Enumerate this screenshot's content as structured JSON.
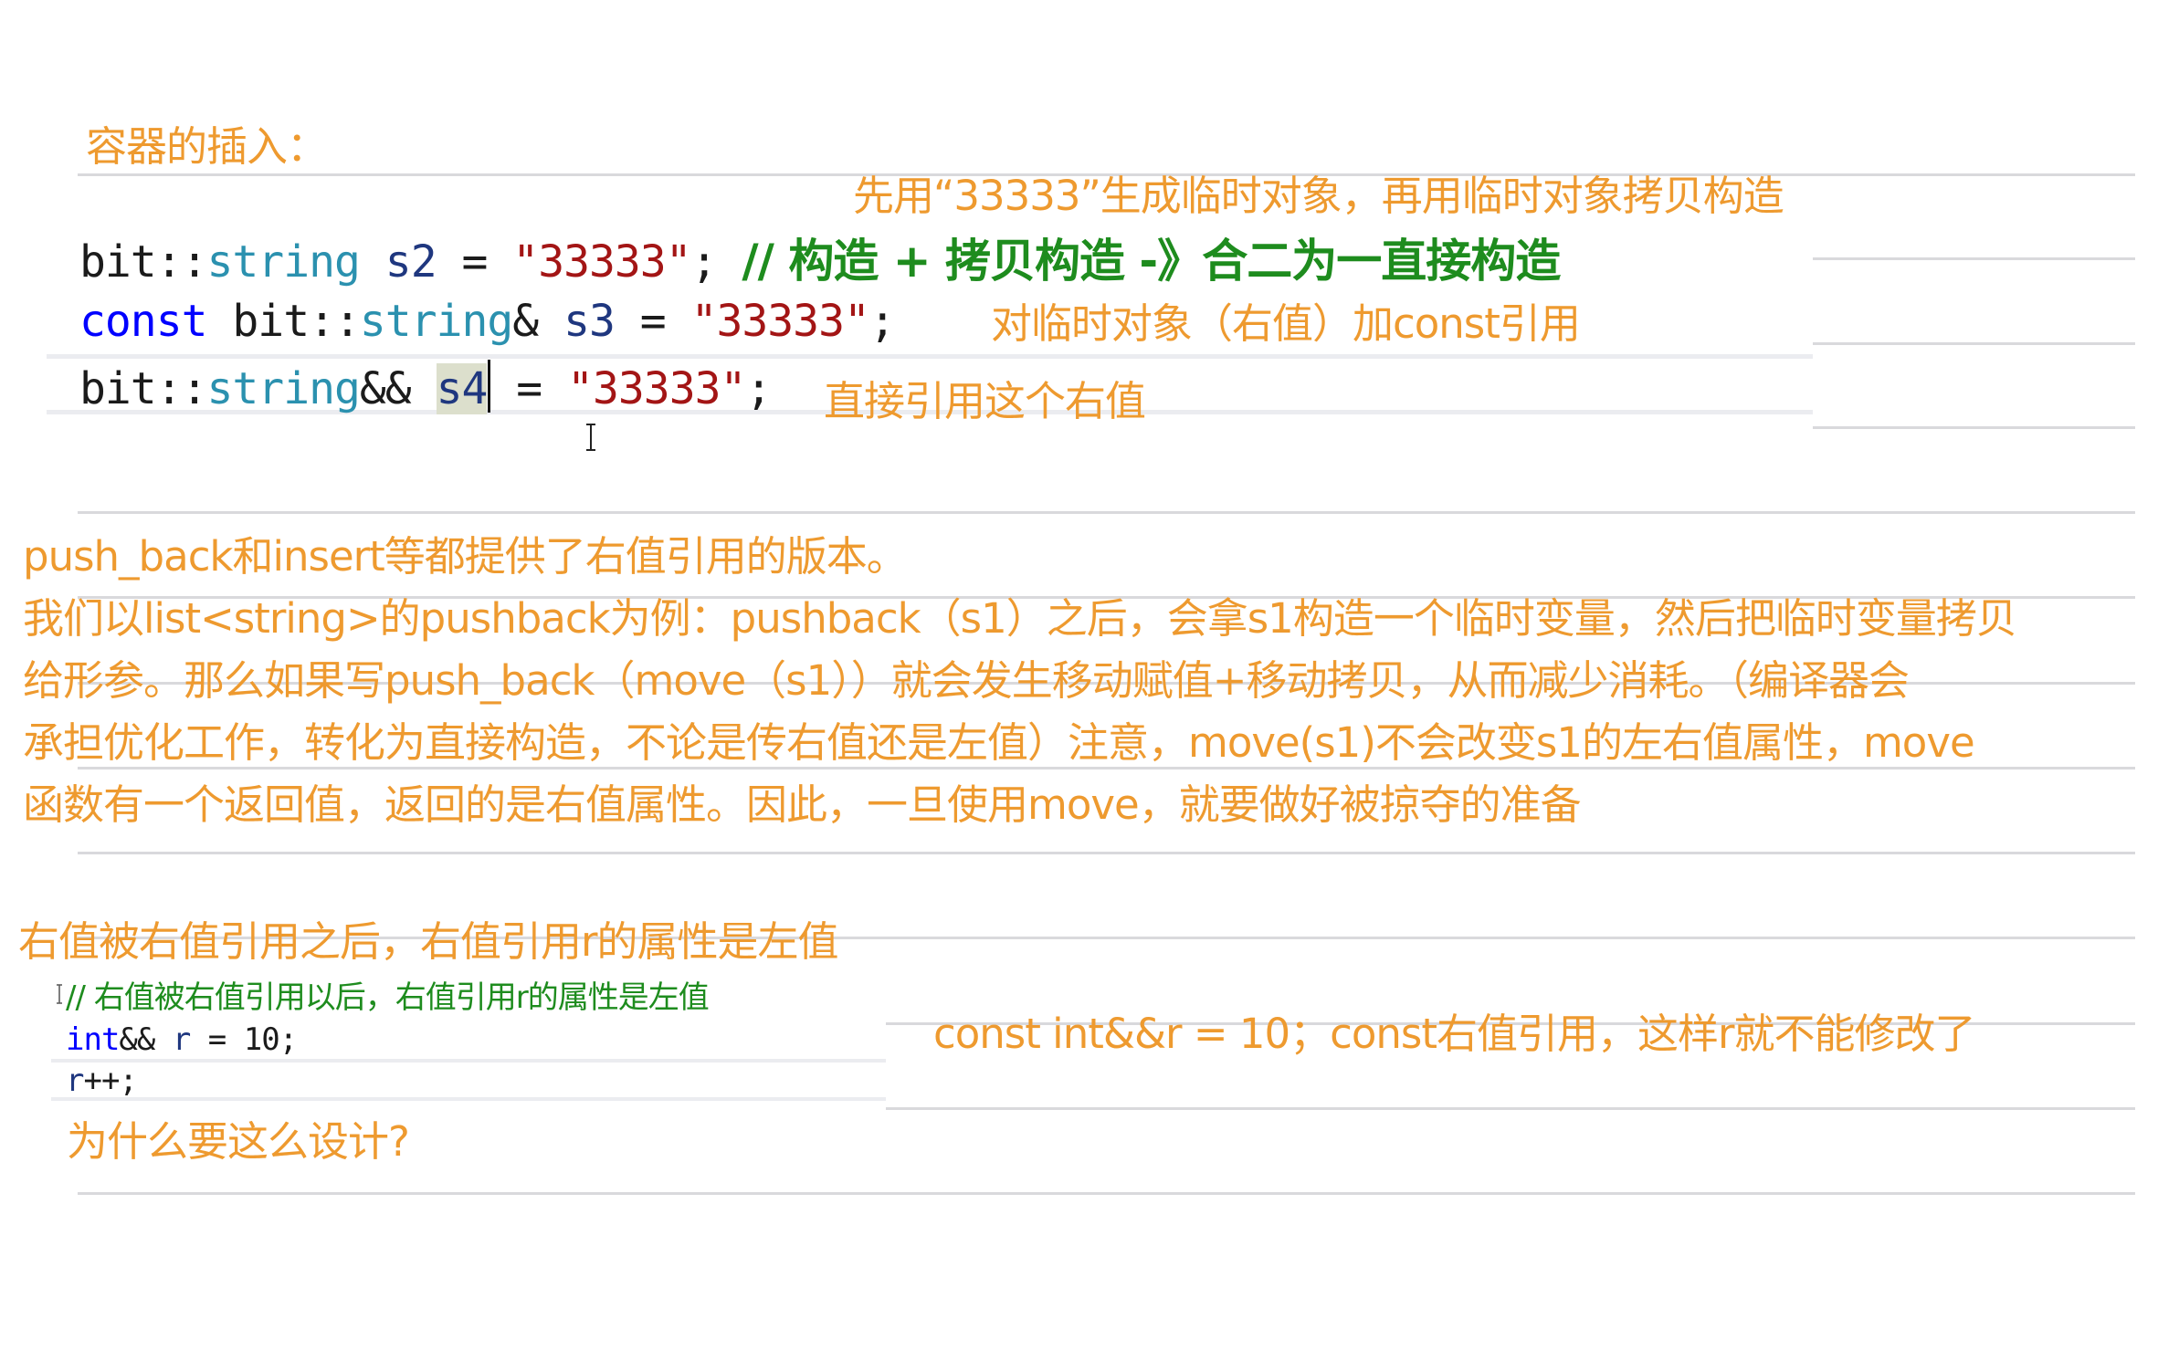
{
  "section1": {
    "title": "容器的插入：",
    "annotation_top": "先用“33333”生成临时对象，再用临时对象拷贝构造",
    "code_lines": [
      {
        "ns": "bit::",
        "type": "string",
        "rest1": " ",
        "var": "s2",
        "rest2": " = ",
        "str": "\"33333\"",
        "rest3": "; ",
        "comment": "// 构造 + 拷贝构造 -》合二为一直接构造"
      },
      {
        "kw": "const",
        "ns": " bit::",
        "type": "string",
        "rest1": "& ",
        "var": "s3",
        "rest2": " = ",
        "str": "\"33333\"",
        "rest3": ";"
      },
      {
        "ns": "bit::",
        "type": "string",
        "rest1": "&& ",
        "var": "s4",
        "rest2": " = ",
        "str": "\"33333\"",
        "rest3": ";"
      }
    ],
    "annotation_line2": "对临时对象（右值）加const引用",
    "annotation_line3": "直接引用这个右值"
  },
  "section2": {
    "lines": [
      "push_back和insert等都提供了右值引用的版本。",
      "我们以list<string>的pushback为例：pushback（s1）之后，会拿s1构造一个临时变量，然后把临时变量拷贝",
      "给形参。那么如果写push_back（move（s1））就会发生移动赋值+移动拷贝，从而减少消耗。（编译器会",
      "承担优化工作，转化为直接构造，不论是传右值还是左值）注意，move(s1)不会改变s1的左右值属性，move",
      "函数有一个返回值，返回的是右值属性。因此，一旦使用move，就要做好被掠夺的准备"
    ]
  },
  "section3": {
    "title": "右值被右值引用之后，右值引用r的属性是左值",
    "code_comment": "// 右值被右值引用以后，右值引用r的属性是左值",
    "code_line1": {
      "kw": "int",
      "rest1": "&& ",
      "var": "r",
      "rest2": " = 10;"
    },
    "code_line2": {
      "var": "r",
      "rest": "++;"
    },
    "annotation": "const int&&r = 10；const右值引用，这样r就不能修改了",
    "question": "为什么要这么设计?"
  },
  "colors": {
    "note_orange": "#EE9A2F",
    "code_type": "#2B91AF",
    "code_keyword": "#0000FF",
    "code_string": "#A31515",
    "code_variable": "#1F377F",
    "code_comment": "#1E8C1E",
    "rule_gray": "#D9D9DC"
  }
}
